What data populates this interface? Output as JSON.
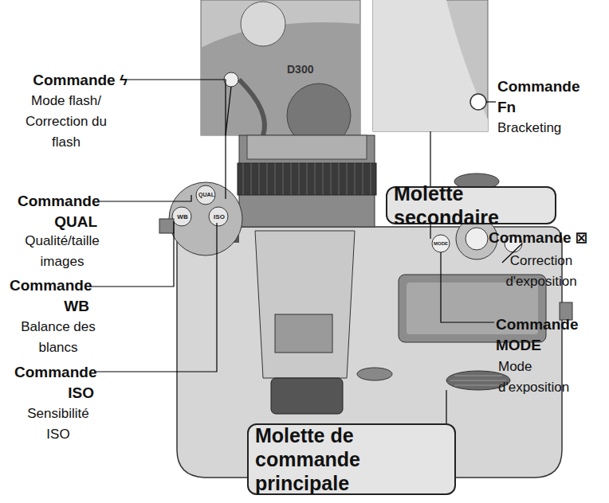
{
  "diagram": {
    "nodes": [
      {
        "text": [
          "Molette secondaire"
        ]
      },
      {
        "text": [
          "Molette de commande principale"
        ]
      }
    ],
    "labels": [
      "Commande ϟ",
      "Mode flash/ Correction du flash",
      "Commande Fn",
      "Bracketing",
      "Commande ⊠",
      "Correction d'exposition",
      "Commande QUAL",
      "Qualité/taille images",
      "Commande WB",
      "Balance des blancs",
      "Commande MODE",
      "Mode d'exposition",
      "Commande ISO",
      "Sensibilité ISO",
      "D300",
      "QUAL",
      "WB",
      "ISO",
      "MODE"
    ]
  }
}
